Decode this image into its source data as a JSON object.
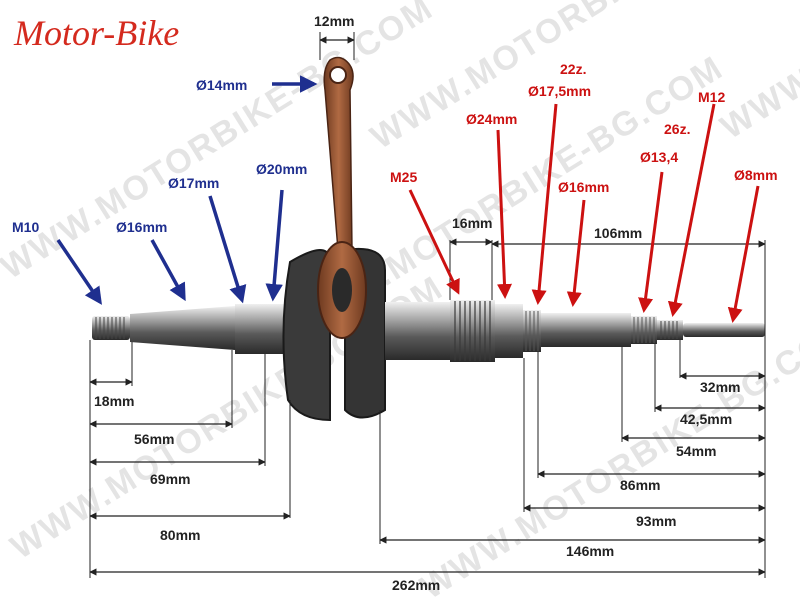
{
  "brand": "Motor-Bike",
  "watermark_text": "WWW.MOTORBIKE-BG.COM",
  "colors": {
    "brand": "#d42a1e",
    "left_labels": "#1f2f8f",
    "right_labels": "#cc1111",
    "dimensions": "#222222"
  },
  "left_labels": {
    "m10": "M10",
    "d16_left": "Ø16mm",
    "d17": "Ø17mm",
    "d20": "Ø20mm",
    "d14": "Ø14mm"
  },
  "conrod_width": "12mm",
  "right_labels": {
    "m25": "M25",
    "d24": "Ø24mm",
    "z22": "22z.",
    "d175": "Ø17,5mm",
    "d16_right": "Ø16mm",
    "z26": "26z.",
    "d134": "Ø13,4",
    "m12": "M12",
    "d8": "Ø8mm"
  },
  "top_dims": {
    "d16": "16mm",
    "d106": "106mm"
  },
  "bottom_dims": {
    "d18": "18mm",
    "d56": "56mm",
    "d69": "69mm",
    "d80": "80mm",
    "d32": "32mm",
    "d425": "42,5mm",
    "d54": "54mm",
    "d86": "86mm",
    "d93": "93mm",
    "d146": "146mm",
    "d262": "262mm"
  }
}
